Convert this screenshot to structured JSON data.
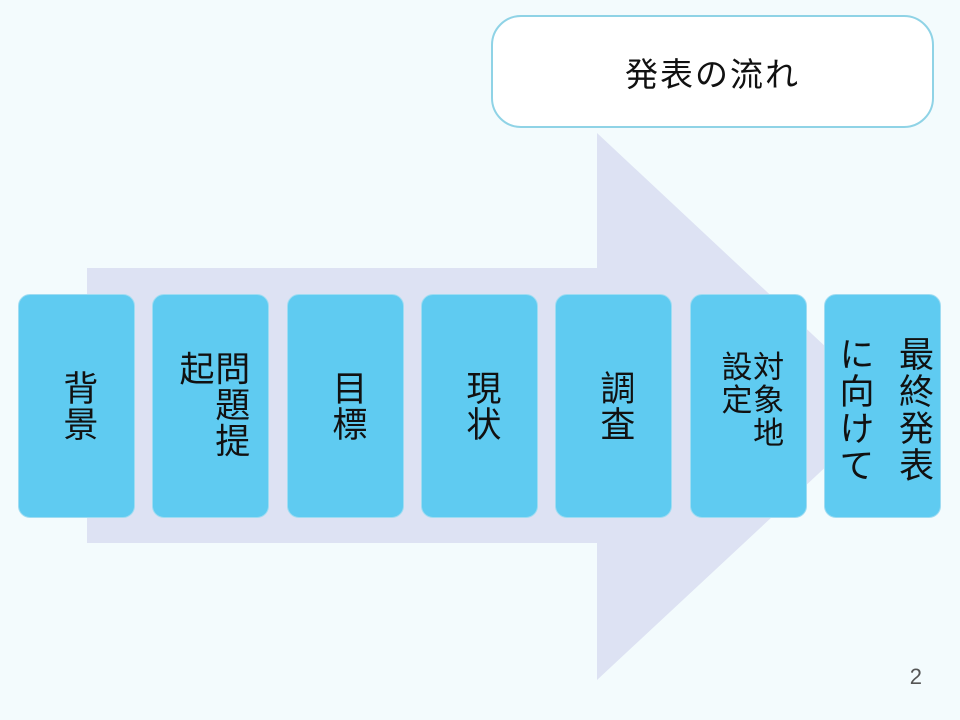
{
  "title": "発表の流れ",
  "steps": [
    "背景",
    "問題提起",
    "目標",
    "現状",
    "調査",
    "対象地設定",
    "最終発表\nに向けて"
  ],
  "page_number": "2",
  "colors": {
    "background": "#f3fbfd",
    "arrow": "#dde2f3",
    "step_box": "#5fcbf1",
    "title_border": "#8fd3e6"
  }
}
